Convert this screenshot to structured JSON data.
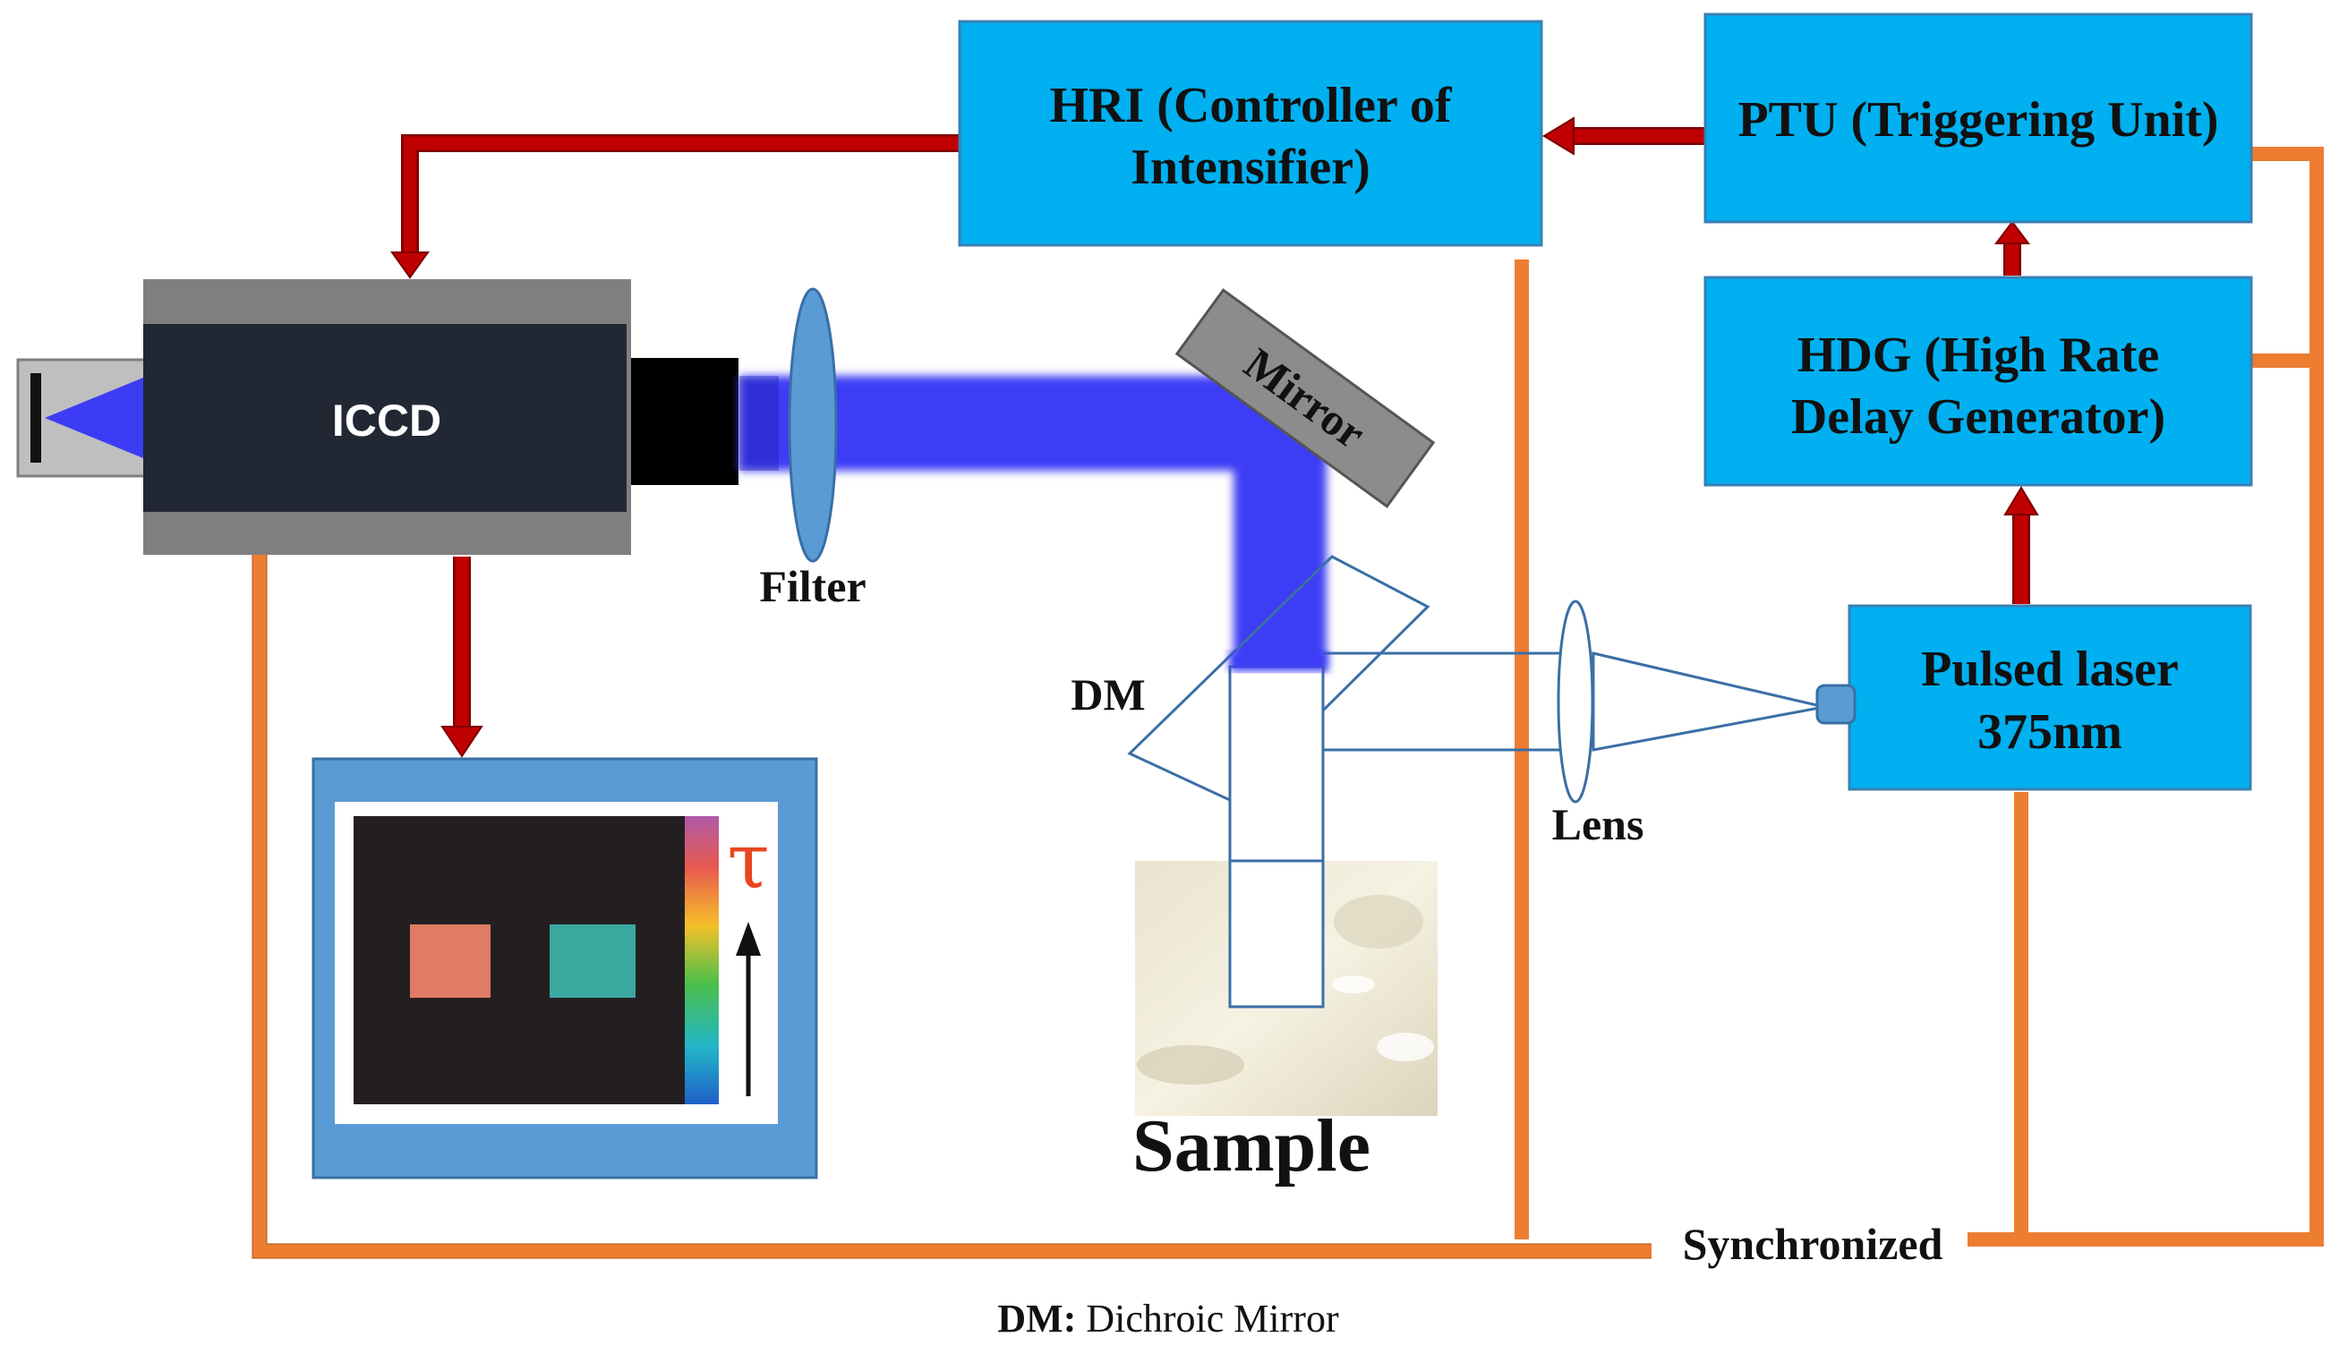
{
  "colors": {
    "box_fill": "#00b0f0",
    "box_stroke": "#3a7fb5",
    "signal_arrow": "#c00000",
    "sync_wire": "#ed7d31",
    "beam": "#3c3cf5",
    "camera_body": "#222734",
    "camera_shell": "#7f7f7f",
    "monitor_frame": "#5b9bd5",
    "swatch_orange": "#e07b65",
    "swatch_teal": "#3ba8a0"
  },
  "boxes": {
    "hri": {
      "line1": "HRI (Controller of",
      "line2": "Intensifier)"
    },
    "ptu": {
      "label": "PTU (Triggering Unit)"
    },
    "hdg": {
      "line1": "HDG (High Rate",
      "line2": "Delay Generator)"
    },
    "laser": {
      "line1": "Pulsed laser",
      "line2": "375nm"
    }
  },
  "camera": {
    "label": "ICCD"
  },
  "components": {
    "mirror": "Mirror",
    "filter": "Filter",
    "dm": "DM",
    "lens": "Lens",
    "sample": "Sample",
    "sync": "Synchronized"
  },
  "monitor": {
    "symbol": "τ"
  },
  "footnote": {
    "abbr": "DM:",
    "text": "Dichroic Mirror"
  },
  "icons": [
    "arrow-icon",
    "lens-icon",
    "mirror-icon",
    "camera-icon",
    "color-scale-icon"
  ]
}
